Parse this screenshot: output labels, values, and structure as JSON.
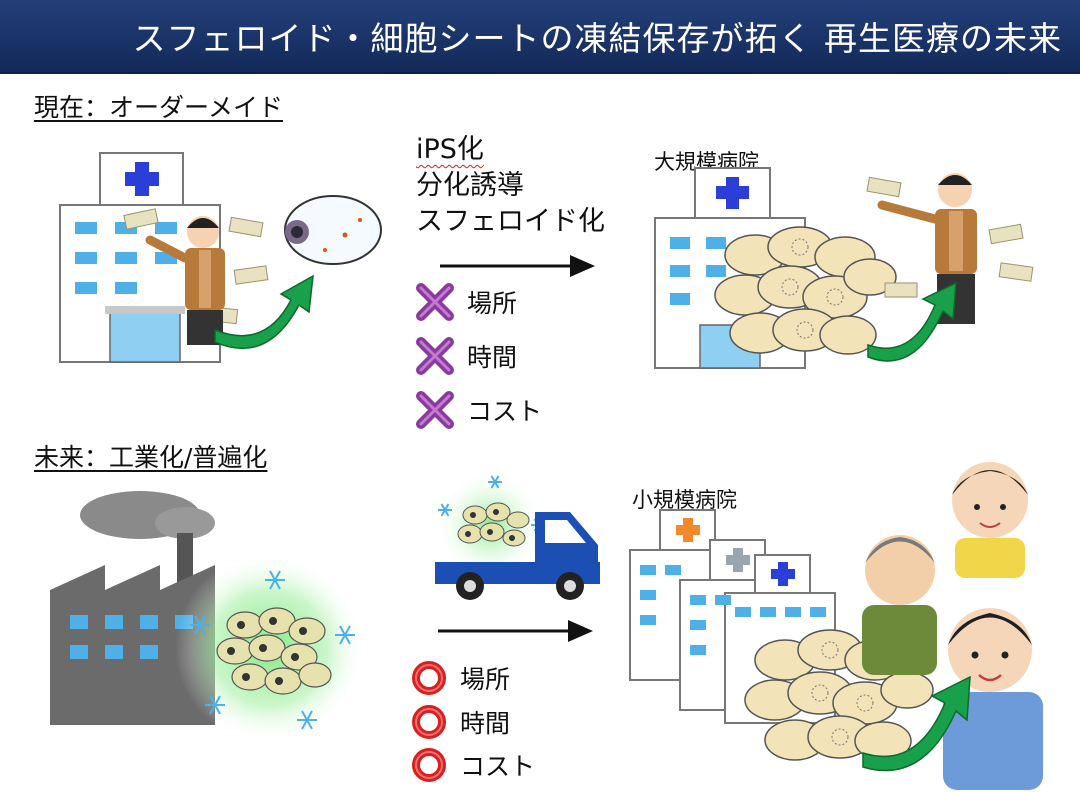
{
  "title": "スフェロイド・細胞シートの凍結保存が拓く 再生医療の未来",
  "present": {
    "label": "現在：オーダーメイド",
    "steps": [
      "iPS化",
      "分化誘導",
      "スフェロイド化"
    ],
    "hospital_label": "大規模病院",
    "factors": [
      {
        "label": "場所",
        "mark": "cross-icon"
      },
      {
        "label": "時間",
        "mark": "cross-icon"
      },
      {
        "label": "コスト",
        "mark": "cross-icon"
      }
    ]
  },
  "future": {
    "label": "未来：工業化/普遍化",
    "hospital_label": "小規模病院",
    "factors": [
      {
        "label": "場所",
        "mark": "circle-icon"
      },
      {
        "label": "時間",
        "mark": "circle-icon"
      },
      {
        "label": "コスト",
        "mark": "circle-icon"
      }
    ]
  },
  "colors": {
    "title_bg": "#1a3368",
    "cross": "#8a3a9e",
    "circle": "#d92020",
    "truck": "#1c4fb3",
    "arrow": "#19a04a",
    "glow": "#7ee87e"
  }
}
